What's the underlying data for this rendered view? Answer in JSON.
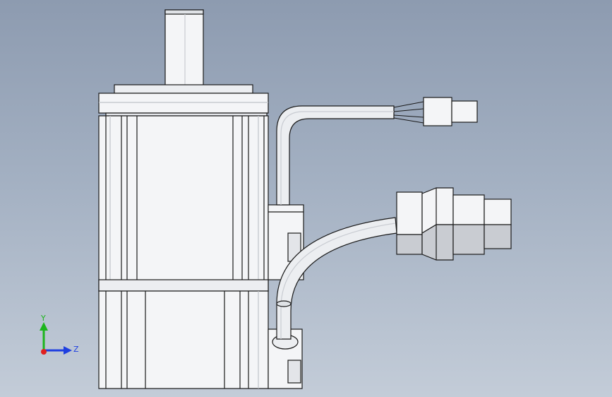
{
  "viewport": {
    "background_top": "#8d9bb0",
    "background_bottom": "#c3ccd8"
  },
  "model": {
    "name": "",
    "parts": [
      "shaft",
      "front-flange",
      "motor-body",
      "encoder-housing",
      "encoder-cable",
      "encoder-connector",
      "power-cable",
      "power-connector"
    ],
    "colors": {
      "body_fill": "#f4f5f7",
      "edge": "#1a1a1a",
      "shade": "#c9ccd2",
      "dark_shade": "#9ea3ab"
    }
  },
  "triad": {
    "y_label": "Y",
    "z_label": "Z",
    "y_color": "#1db51d",
    "z_color": "#1f3fe0",
    "x_color": "#e01f1f",
    "icons": [
      "y-axis-arrow-icon",
      "z-axis-arrow-icon",
      "x-axis-dot-icon"
    ]
  }
}
